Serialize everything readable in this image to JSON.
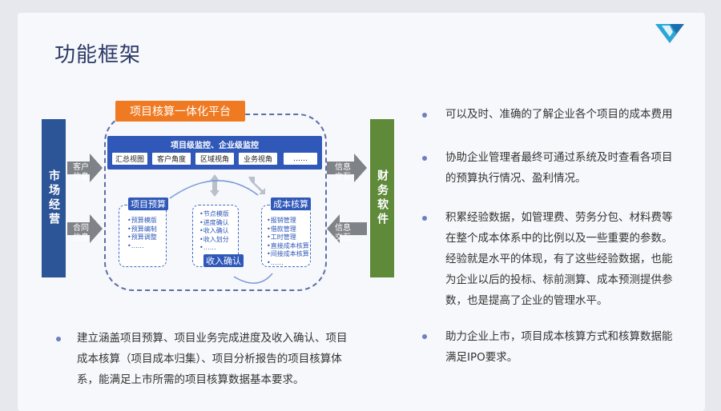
{
  "page": {
    "title": "功能框架"
  },
  "diagram": {
    "left_bar": "市场经营",
    "right_bar": "财务软件",
    "left_arrows": [
      "客户信息",
      "合同信息"
    ],
    "right_arrows": [
      "信息交互",
      "信息交互"
    ],
    "platform_title": "项目核算一体化平台",
    "monitor": {
      "title": "项目级监控、企业级监控",
      "tabs": [
        "汇总视图",
        "客户角度",
        "区域视角",
        "业务视角",
        "……"
      ]
    },
    "budget": {
      "title": "项目预算",
      "items": [
        "•预算模版",
        "•预算编制",
        "•预算调整",
        "•……"
      ]
    },
    "revenue": {
      "title": "收入确认",
      "items": [
        "•节点模版",
        "•进度确认",
        "•收入确认",
        "•收入划分",
        "•……"
      ]
    },
    "cost": {
      "title": "成本核算",
      "items": [
        "•报销管理",
        "•借款管理",
        "•工时管理",
        "•直接成本核算",
        "•间接成本核算",
        "•……"
      ]
    }
  },
  "bullets_right": [
    {
      "lines": [
        "可以及时、准确的了解企业各个项目的成本费用"
      ]
    },
    {
      "lines": [
        "协助企业管理者最终可通过系统及时查看各项目",
        "的预算执行情况、盈利情况。"
      ]
    },
    {
      "lines": [
        "积累经验数据，如管理费、劳务分包、材料费等",
        "在整个成本体系中的比例以及一些重要的参数。",
        "经验就是水平的体现，有了这些经验数据，也能",
        "为企业以后的投标、标前测算、成本预测提供参",
        "数，也是提高了企业的管理水平。"
      ]
    },
    {
      "lines": [
        "助力企业上市，项目成本核算方式和核算数据能",
        "满足IPO要求。"
      ]
    }
  ],
  "bullet_left": {
    "lines": [
      "建立涵盖项目预算、项目业务完成进度及收入确认、项目",
      "成本核算（项目成本归集）、项目分析报告的项目核算体",
      "系，能满足上市所需的项目核算数据基本要求。"
    ]
  },
  "colors": {
    "title": "#2b3a67",
    "accent_orange": "#f07a22",
    "accent_blue": "#2f58b9",
    "market_bar": "#2c5597",
    "finance_bar": "#5e8a3a",
    "arrow_gray": "#7f8286",
    "bullet_dot": "#6c7fc1"
  }
}
